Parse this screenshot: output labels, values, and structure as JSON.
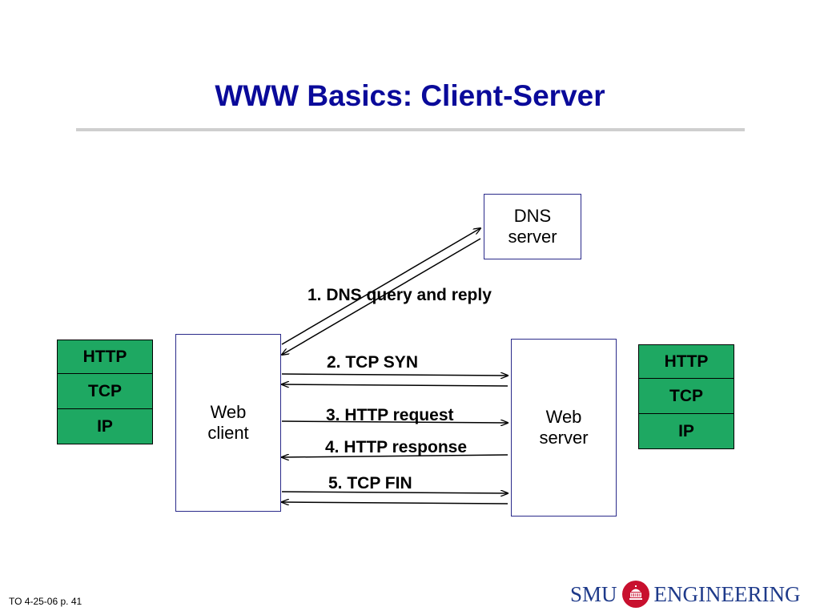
{
  "title": "WWW Basics: Client-Server",
  "nodes": {
    "dns_server": "DNS\nserver",
    "web_client": "Web\nclient",
    "web_server": "Web\nserver"
  },
  "client_stack": [
    "HTTP",
    "TCP",
    "IP"
  ],
  "server_stack": [
    "HTTP",
    "TCP",
    "IP"
  ],
  "steps": [
    "1. DNS query and reply",
    "2. TCP SYN",
    "3. HTTP request",
    "4. HTTP response",
    "5. TCP FIN"
  ],
  "footer": "TO 4-25-06 p.  41",
  "logo": {
    "left_text": "SMU",
    "right_text": "ENGINEERING",
    "emblem": "smu-dallas-hall-emblem"
  },
  "colors": {
    "title": "#0a0a9a",
    "stack_fill": "#1ea862",
    "box_border": "#2a2a8a",
    "logo_text": "#1e3a8a",
    "logo_emblem": "#c8102e"
  }
}
